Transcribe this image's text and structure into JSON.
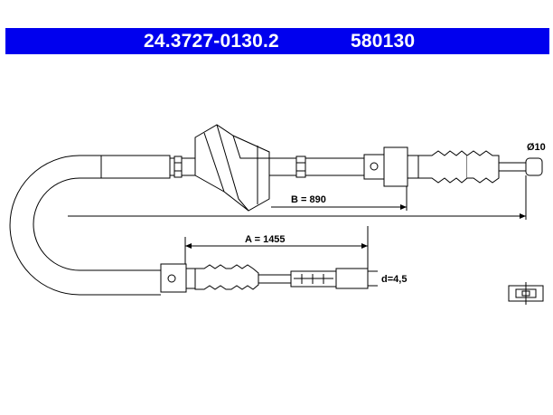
{
  "header": {
    "part_number": "24.3727-0130.2",
    "code": "580130",
    "background": "#0000ee",
    "text_color": "#ffffff"
  },
  "dimensions": {
    "a": "A = 1455",
    "b": "B = 890",
    "diameter": "Ø10",
    "d": "d=4,5"
  }
}
